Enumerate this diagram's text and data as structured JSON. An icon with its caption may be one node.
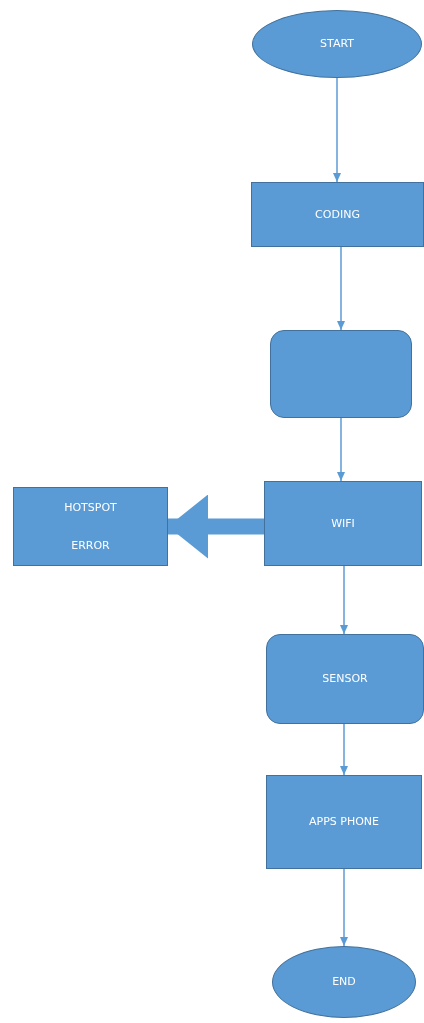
{
  "diagram": {
    "nodes": [
      {
        "text": [
          "START"
        ]
      },
      {
        "text": [
          "CODING"
        ]
      },
      {
        "text": [],
        "shape": "box"
      },
      {
        "text": [
          "WIFI"
        ]
      },
      {
        "text": [
          "HOTSPOT ERROR"
        ]
      },
      {
        "text": [
          "SENSOR"
        ]
      },
      {
        "text": [
          "APPS PHONE"
        ]
      },
      {
        "text": [
          "END"
        ]
      }
    ],
    "edges": [
      {
        "from": 0,
        "to": 1,
        "arrow": "to"
      },
      {
        "from": 1,
        "to": 2,
        "arrow": "to"
      },
      {
        "from": 2,
        "to": 3,
        "arrow": "to"
      },
      {
        "from": 3,
        "to": 4,
        "arrow": "to",
        "style": "thick"
      },
      {
        "from": 3,
        "to": 5,
        "arrow": "to"
      },
      {
        "from": 5,
        "to": 6,
        "arrow": "to"
      },
      {
        "from": 6,
        "to": 7,
        "arrow": "to"
      }
    ]
  }
}
